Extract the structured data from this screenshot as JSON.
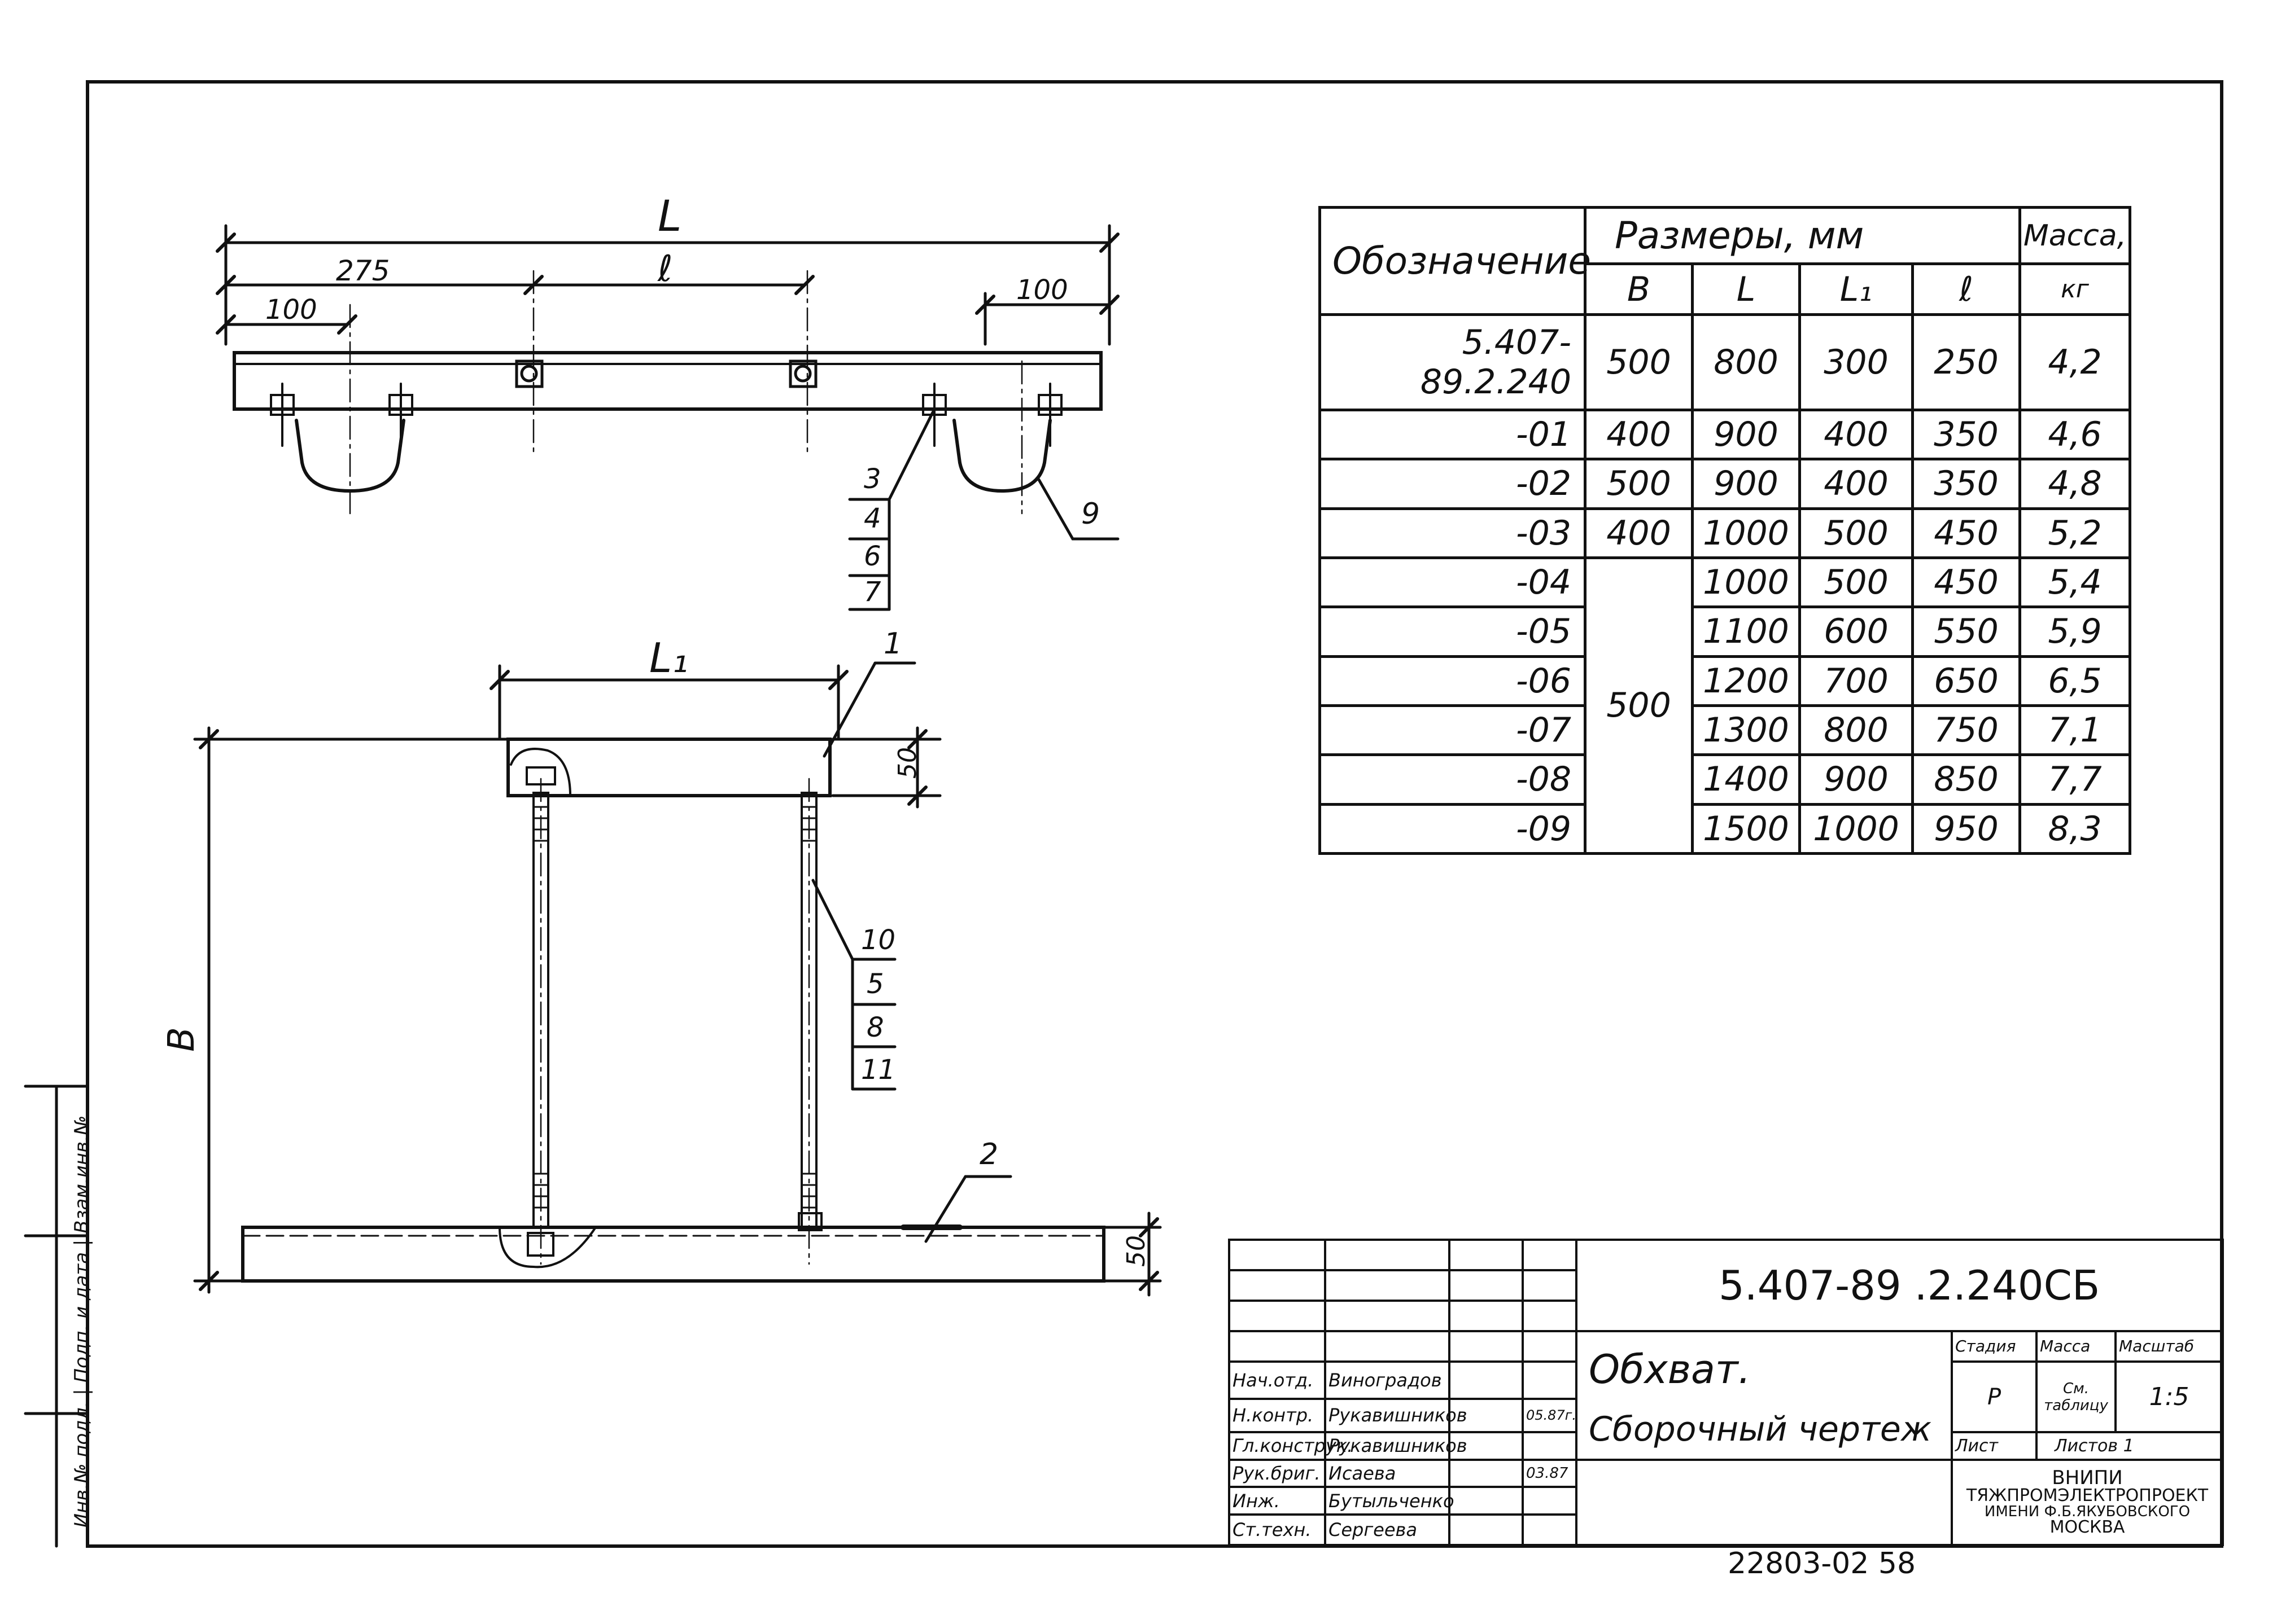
{
  "drawing": {
    "dims": {
      "L": "L",
      "l": "ℓ",
      "d275": "275",
      "d100_left": "100",
      "d100_right": "100",
      "L1": "L₁",
      "d50_top": "50",
      "d50_bottom": "50",
      "B": "B"
    },
    "callouts": {
      "c1": "1",
      "c2": "2",
      "c9": "9",
      "group_top": [
        "3",
        "4",
        "6",
        "7"
      ],
      "group_mid": [
        "10",
        "5",
        "8",
        "11"
      ]
    }
  },
  "spec_table": {
    "header": {
      "designation": "Обозначение",
      "sizes": "Размеры, мм",
      "mass": "Масса,",
      "mass_unit": "кг",
      "cols": [
        "B",
        "L",
        "L₁",
        "ℓ"
      ]
    },
    "rows": [
      {
        "des": "5.407-89.2.240",
        "B": "500",
        "L": "800",
        "L1": "300",
        "l": "250",
        "m": "4,2"
      },
      {
        "des": "-01",
        "B": "400",
        "L": "900",
        "L1": "400",
        "l": "350",
        "m": "4,6"
      },
      {
        "des": "-02",
        "B": "500",
        "L": "900",
        "L1": "400",
        "l": "350",
        "m": "4,8"
      },
      {
        "des": "-03",
        "B": "400",
        "L": "1000",
        "L1": "500",
        "l": "450",
        "m": "5,2"
      },
      {
        "des": "-04",
        "B": "500",
        "L": "1000",
        "L1": "500",
        "l": "450",
        "m": "5,4"
      },
      {
        "des": "-05",
        "B": "",
        "L": "1100",
        "L1": "600",
        "l": "550",
        "m": "5,9"
      },
      {
        "des": "-06",
        "B": "",
        "L": "1200",
        "L1": "700",
        "l": "650",
        "m": "6,5"
      },
      {
        "des": "-07",
        "B": "",
        "L": "1300",
        "L1": "800",
        "l": "750",
        "m": "7,1"
      },
      {
        "des": "-08",
        "B": "",
        "L": "1400",
        "L1": "900",
        "l": "850",
        "m": "7,7"
      },
      {
        "des": "-09",
        "B": "",
        "L": "1500",
        "L1": "1000",
        "l": "950",
        "m": "8,3"
      }
    ]
  },
  "title_block": {
    "code": "5.407-89 .2.240СБ",
    "name": "Обхват.",
    "subtitle": "Сборочный чертеж",
    "stage_label": "Стадия",
    "mass_label": "Масса",
    "scale_label": "Масштаб",
    "stage": "Р",
    "mass_value": "См. таблицу",
    "scale": "1:5",
    "sheet_label": "Лист",
    "sheets_label": "Листов 1",
    "org": [
      "ВНИПИ",
      "ТЯЖПРОМЭЛЕКТРОПРОЕКТ",
      "ИМЕНИ Ф.Б.ЯКУБОВСКОГО",
      "МОСКВА"
    ],
    "roles": [
      "Нач.отд.",
      "Н.контр.",
      "Гл.конструк.",
      "Рук.бриг.",
      "Инж.",
      "Ст.техн."
    ],
    "names": [
      "Виноградов",
      "Рукавишников",
      "Рукавишников",
      "Исаева",
      "Бутыльченко",
      "Сергеева"
    ],
    "dates": [
      "",
      "05.87г.",
      "",
      "03.87",
      "",
      ""
    ]
  },
  "side_stamp": "Инв.№ подл. | Подп. и дата | Взам.инв.№",
  "footer_number": "22803-02  58"
}
